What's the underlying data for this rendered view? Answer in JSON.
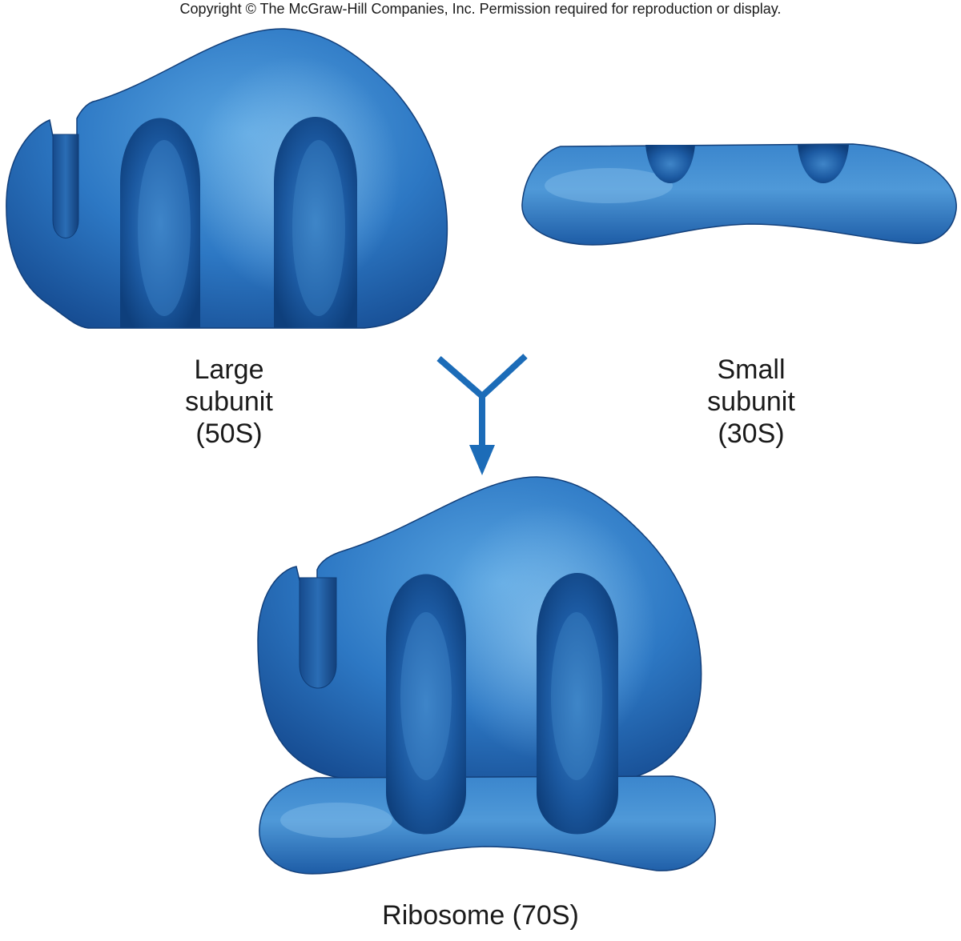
{
  "copyright": "Copyright © The McGraw-Hill Companies, Inc. Permission required for reproduction or display.",
  "labels": {
    "large_line1": "Large",
    "large_line2": "subunit",
    "large_line3": "(50S)",
    "small_line1": "Small",
    "small_line2": "subunit",
    "small_line3": "(30S)",
    "ribosome": "Ribosome (70S)"
  },
  "colors": {
    "subunit_light": "#4f97d6",
    "subunit_mid": "#2a71bd",
    "subunit_dark": "#174f98",
    "channel": "#0f4585",
    "arrow": "#1c6cb8",
    "text": "#1a1a1a"
  }
}
